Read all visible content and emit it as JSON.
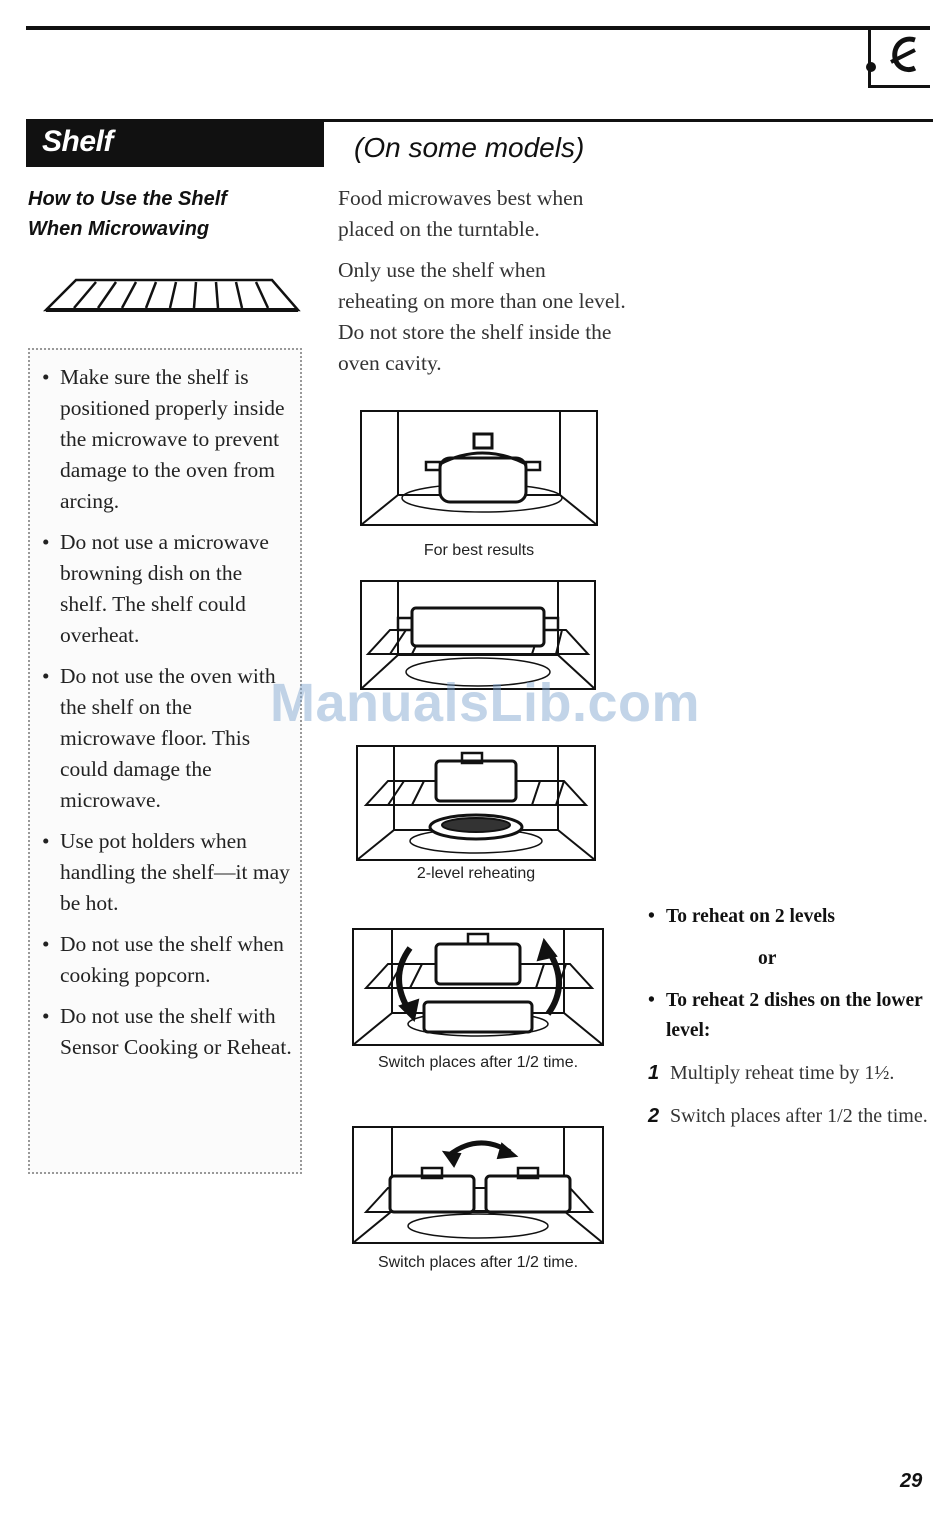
{
  "header": {
    "section_title": "Shelf",
    "models_note": "(On some models)"
  },
  "subheading": {
    "line1": "How to Use the Shelf",
    "line2": "When Microwaving"
  },
  "cautions": [
    "Make sure the shelf is positioned properly inside the microwave to prevent damage to the oven from arcing.",
    "Do not use a microwave browning dish on the shelf. The shelf could overheat.",
    "Do not use the oven with the shelf on the microwave floor. This could damage the microwave.",
    "Use pot holders when handling the shelf—it may be hot.",
    "Do not use the shelf when cooking popcorn.",
    "Do not use the shelf with Sensor Cooking or Reheat."
  ],
  "body": {
    "paragraph1": "Food microwaves best when placed on the turntable.",
    "paragraph2": "Only use the shelf when reheating on more than one level. Do not store the shelf inside the oven cavity."
  },
  "figures": {
    "caption_best": "For best results",
    "caption_two_level": "2-level reheating",
    "caption_switch_1": "Switch places after 1/2 time.",
    "caption_switch_2": "Switch places after 1/2 time."
  },
  "instructions": {
    "bullet1": "To reheat on 2 levels",
    "or": "or",
    "bullet2": "To reheat 2 dishes on the lower level:",
    "steps": [
      {
        "num": "1",
        "text": "Multiply reheat time by 1½."
      },
      {
        "num": "2",
        "text": "Switch places after 1/2 the time."
      }
    ]
  },
  "watermark": "ManualsLib.com",
  "page_number": "29"
}
